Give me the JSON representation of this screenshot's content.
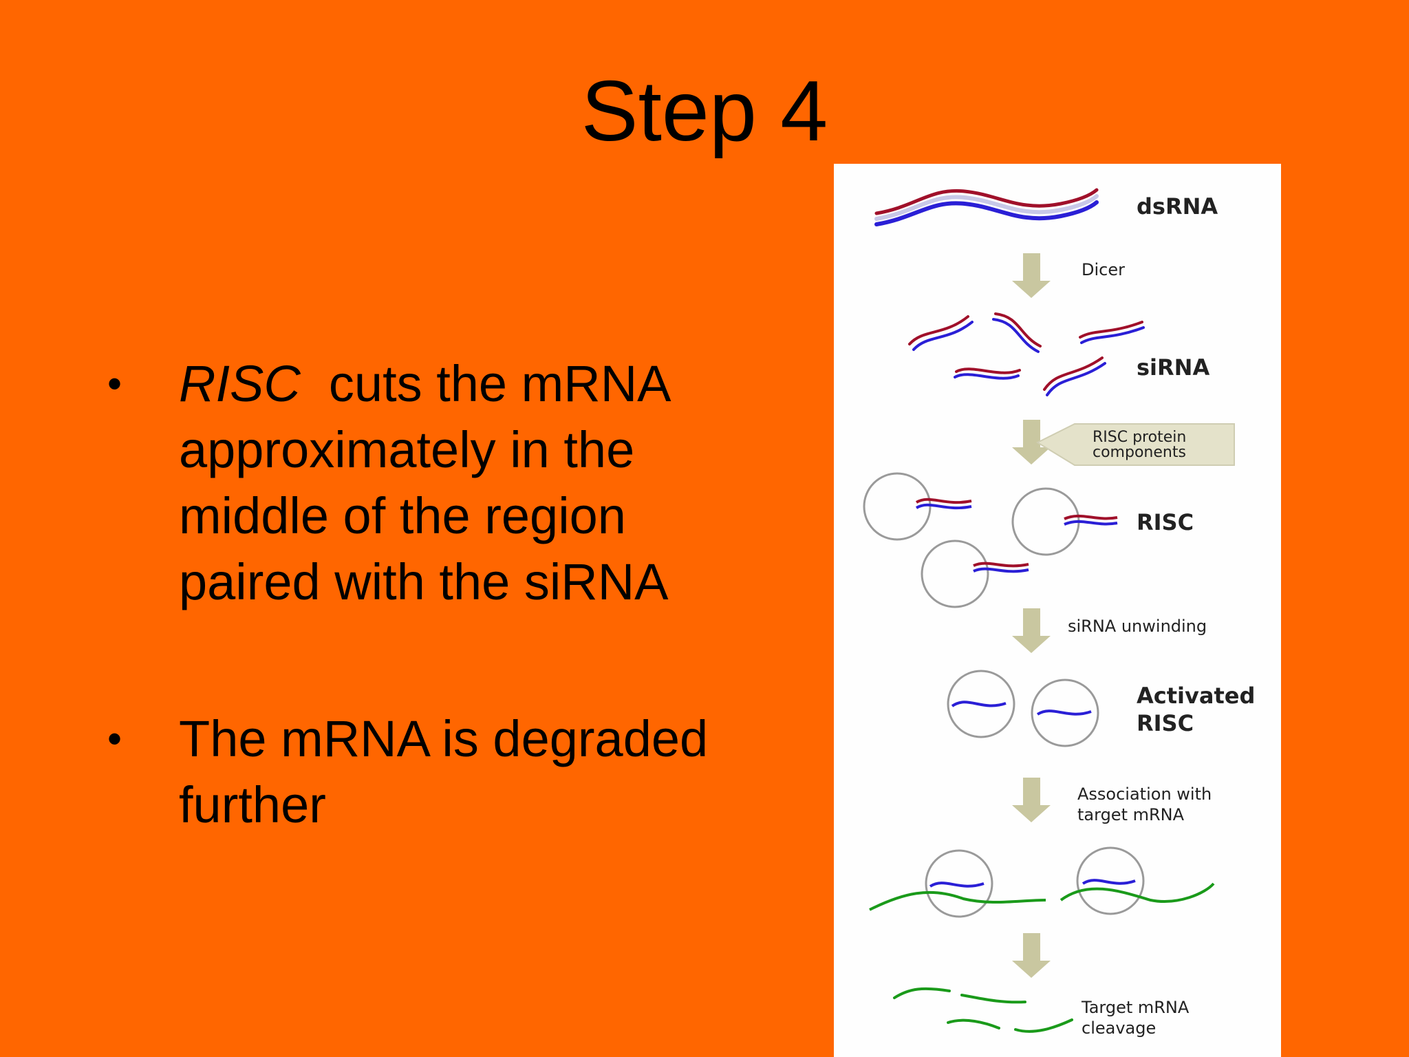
{
  "slide": {
    "title": "Step 4",
    "bullets": [
      {
        "italic_lead": "RISC",
        "text": "  cuts the mRNA approximately in the middle of the region paired with the siRNA"
      },
      {
        "italic_lead": "",
        "text": "The mRNA is degraded further"
      }
    ]
  },
  "diagram": {
    "labels": {
      "dsrna": "dsRNA",
      "dicer": "Dicer",
      "sirna": "siRNA",
      "risc_protein_line1": "RISC protein",
      "risc_protein_line2": "components",
      "risc": "RISC",
      "unwinding": "siRNA unwinding",
      "activated_line1": "Activated",
      "activated_line2": "RISC",
      "association_line1": "Association with",
      "association_line2": "target mRNA",
      "cleavage_line1": "Target mRNA",
      "cleavage_line2": "cleavage"
    },
    "colors": {
      "sense_strand": "#A0102A",
      "antisense_strand": "#2A1FD6",
      "target_mrna": "#1A9A1A",
      "arrow": "#C9C7A0",
      "background": "#FF6600"
    }
  }
}
